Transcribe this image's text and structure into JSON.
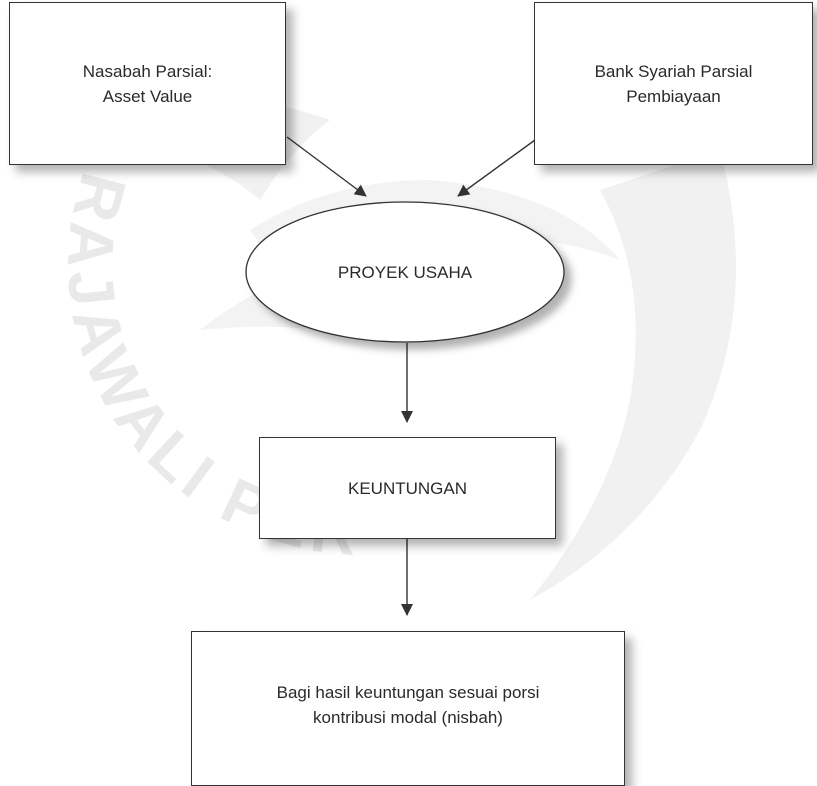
{
  "nodes": {
    "nasabah": "Nasabah Parsial:\nAsset Value",
    "bank": "Bank Syariah Parsial\nPembiayaan",
    "proyek": "PROYEK USAHA",
    "keuntungan": "KEUNTUNGAN",
    "bagi_hasil": "Bagi hasil keuntungan sesuai porsi\nkontribusi modal (nisbah)"
  },
  "watermark": {
    "text": "RAJAWALI PERS",
    "color": "#e6e6e6"
  },
  "colors": {
    "stroke": "#333333",
    "text": "#2a2a2a"
  }
}
